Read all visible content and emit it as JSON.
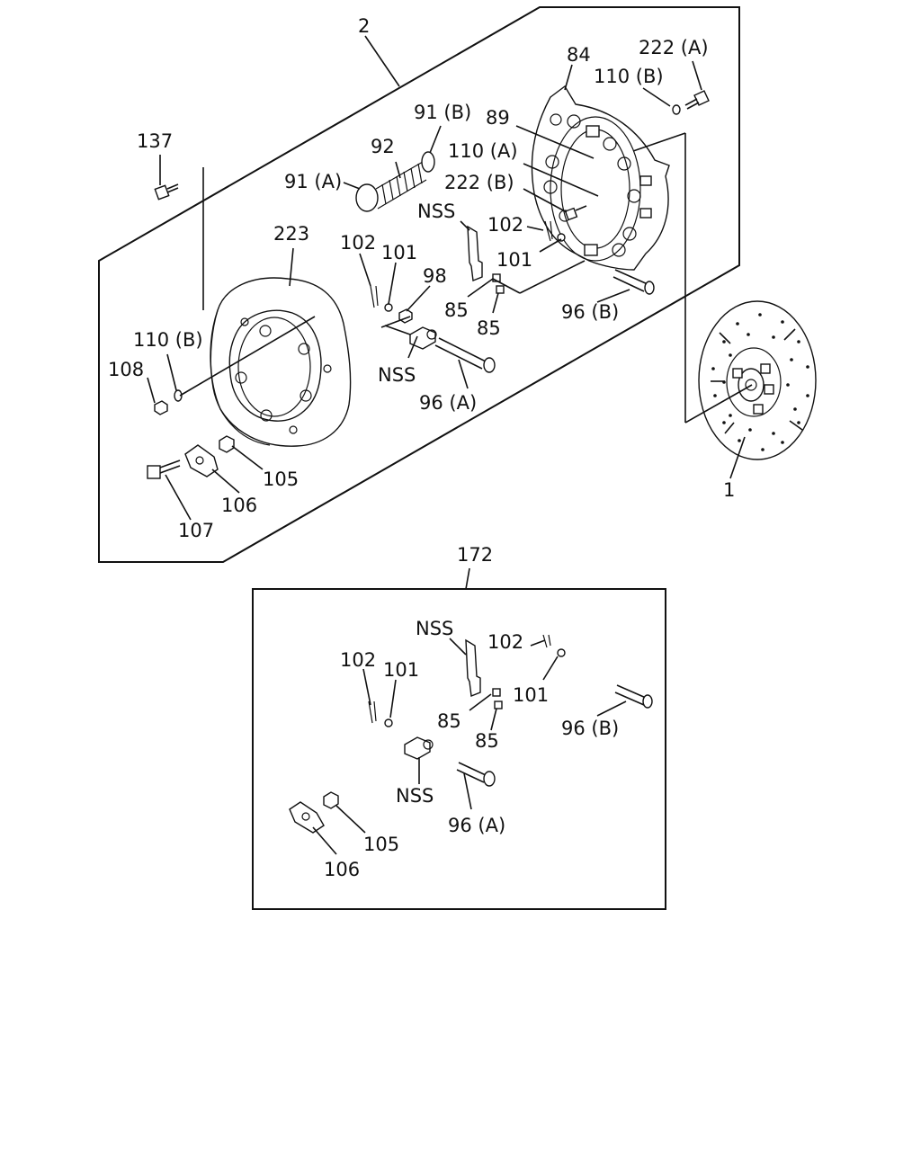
{
  "labels": {
    "assembly": "2",
    "cover_body": "84",
    "bolt_a": "222 (A)",
    "washer_b_top": "110 (B)",
    "seat_b": "91 (B)",
    "plate_89": "89",
    "spring": "92",
    "washer_a": "110 (A)",
    "seat_a": "91 (A)",
    "bolt_b": "222 (B)",
    "bolt_137": "137",
    "pin_102_right": "102",
    "nss_lever_top": "NSS",
    "plate_223": "223",
    "pin_102_left": "102",
    "washer_101_left": "101",
    "washer_101_right": "101",
    "nut_98": "98",
    "pin_85_a": "85",
    "pin_85_b": "85",
    "bolt_96b": "96 (B)",
    "washer_110b_left": "110 (B)",
    "nut_108": "108",
    "nss_eye_top": "NSS",
    "bolt_96a": "96 (A)",
    "disc": "1",
    "nut_105": "105",
    "plate_106": "106",
    "bolt_107": "107",
    "kit": "172"
  },
  "kit_labels": {
    "nss_lever": "NSS",
    "pin_102_a": "102",
    "pin_102_b": "102",
    "washer_101_a": "101",
    "washer_101_b": "101",
    "pin_85_a": "85",
    "pin_85_b": "85",
    "bolt_96b": "96 (B)",
    "nss_eye": "NSS",
    "bolt_96a": "96 (A)",
    "nut_105": "105",
    "plate_106": "106"
  }
}
